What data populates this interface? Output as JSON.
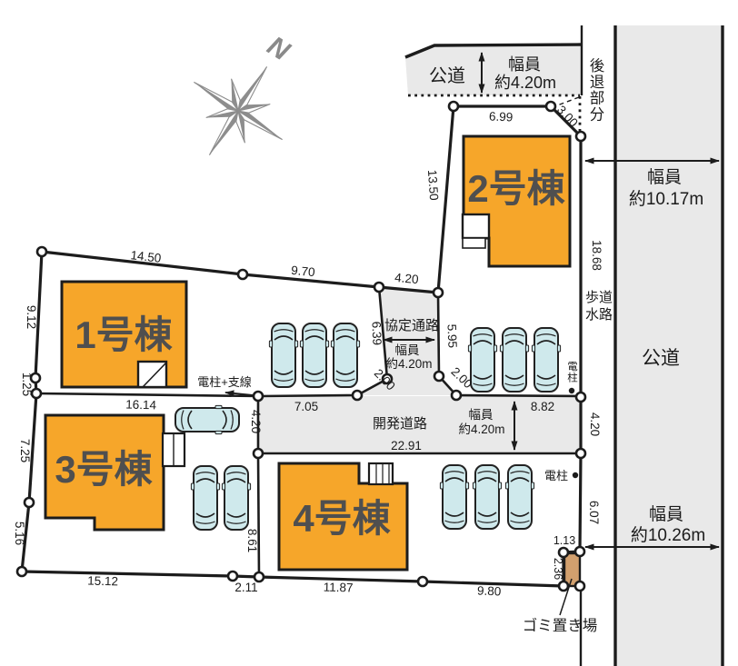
{
  "compass": {
    "north_label": "N"
  },
  "buildings": {
    "b1": "1号棟",
    "b2": "2号棟",
    "b3": "3号棟",
    "b4": "4号棟"
  },
  "roads": {
    "top": {
      "name": "公道",
      "width_1": "幅員",
      "width_2": "約4.20m"
    },
    "right": {
      "name": "公道",
      "width_upper_1": "幅員",
      "width_upper_2": "約10.17m",
      "width_lower_1": "幅員",
      "width_lower_2": "約10.26m",
      "sidewalk_1": "歩道",
      "sidewalk_2": "水路"
    },
    "passage": {
      "name": "協定通路",
      "width_1": "幅員",
      "width_2": "約4.20m"
    },
    "dev": {
      "name": "開発道路",
      "width_1": "幅員",
      "width_2": "約4.20m"
    }
  },
  "annotations": {
    "setback": "後退部分",
    "pole_wire": "電柱+支線",
    "pole_right": "電柱",
    "pole_lot4": "電柱",
    "garbage": "ゴミ置き場"
  },
  "dimensions": {
    "top_edge_a": "14.50",
    "top_edge_b": "9.70",
    "passage_top": "4.20",
    "lot2_north": "6.99",
    "lot2_corner": "3.00",
    "lot2_west": "13.50",
    "right_upper": "18.68",
    "right_mid": "4.20",
    "right_lower": "6.07",
    "garbage_top": "1.13",
    "garbage_west": "2.36",
    "left_a": "9.12",
    "left_b": "1.25",
    "left_c": "7.25",
    "left_d": "5.16",
    "divider_lot1_lot3": "16.14",
    "bottom_a": "15.12",
    "bottom_b": "2.11",
    "bottom_c": "11.87",
    "bottom_d": "9.80",
    "lot34_east": "8.61",
    "dev_west": "4.20",
    "dev_top_a": "7.05",
    "dev_top_b": "8.82",
    "dev_bottom": "22.91",
    "passage_west": "6.39",
    "passage_east": "5.95",
    "splay_left": "2.00",
    "splay_right": "2.00"
  },
  "colors": {
    "building": "#f6a62a",
    "road_gray": "#e9e9e9",
    "car": "#cfe9ec",
    "garbage": "#d2a06e",
    "line": "#1c1c1c",
    "compass": "#8d8d8d"
  }
}
